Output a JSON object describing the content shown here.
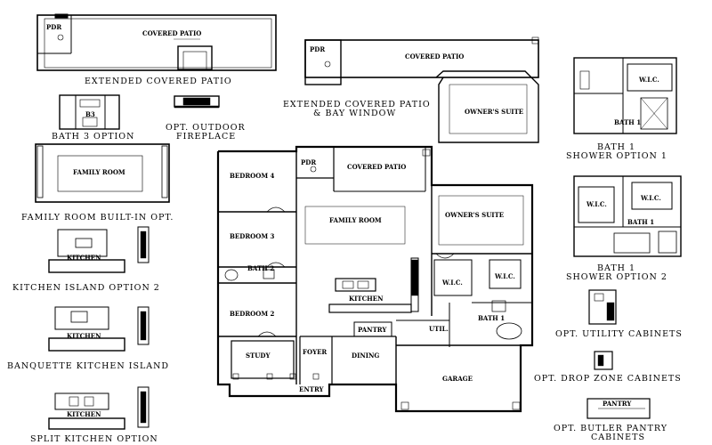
{
  "captions": {
    "extended_covered_patio": "EXTENDED COVERED PATIO",
    "extended_patio_bay_1": "EXTENDED COVERED PATIO",
    "extended_patio_bay_2": "& BAY WINDOW",
    "bath3_option": "BATH 3 OPTION",
    "outdoor_fireplace_1": "OPT. OUTDOOR",
    "outdoor_fireplace_2": "FIREPLACE",
    "family_room_builtin": "FAMILY ROOM BUILT-IN OPT.",
    "kitchen_island_2": "KITCHEN ISLAND OPTION 2",
    "banquette_island": "BANQUETTE KITCHEN ISLAND",
    "split_kitchen": "SPLIT KITCHEN OPTION",
    "bath1_shower1_a": "BATH 1",
    "bath1_shower1_b": "SHOWER OPTION 1",
    "bath1_shower2_a": "BATH 1",
    "bath1_shower2_b": "SHOWER OPTION 2",
    "utility_cabinets": "OPT. UTILITY CABINETS",
    "drop_zone": "OPT. DROP ZONE CABINETS",
    "butler_1": "OPT. BUTLER PANTRY",
    "butler_2": "CABINETS"
  },
  "rooms": {
    "pdr": "PDR",
    "covered_patio": "COVERED PATIO",
    "owners_suite": "OWNER'S SUITE",
    "bedroom4": "BEDROOM 4",
    "bedroom3": "BEDROOM 3",
    "bedroom2": "BEDROOM 2",
    "bath2": "BATH 2",
    "family_room": "FAMILY ROOM",
    "kitchen": "KITCHEN",
    "pantry": "PANTRY",
    "util": "UTIL.",
    "study": "STUDY",
    "foyer": "FOYER",
    "dining": "DINING",
    "garage": "GARAGE",
    "entry": "ENTRY",
    "wic": "W.I.C.",
    "bath1": "BATH 1",
    "bath_b3": "B3"
  }
}
